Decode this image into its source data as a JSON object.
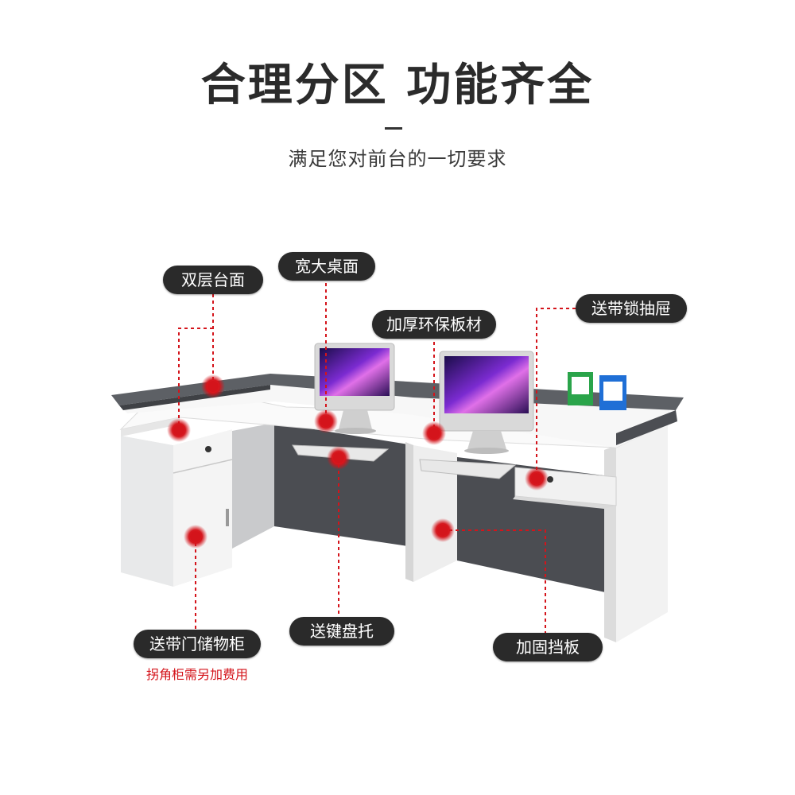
{
  "header": {
    "title": "合理分区 功能齐全",
    "subtitle": "满足您对前台的一切要求"
  },
  "callouts": {
    "double_top": "双层台面",
    "wide_desk": "宽大桌面",
    "eco_board": "加厚环保板材",
    "lock_drawer": "送带锁抽屉",
    "door_cabinet": "送带门储物柜",
    "keyboard_tray": "送键盘托",
    "reinforce_board": "加固挡板"
  },
  "note": "拐角柜需另加费用",
  "colors": {
    "accent_red": "#d4141b",
    "pill_bg": "#2a2a2a",
    "counter_gray": "#5d6065",
    "panel_dark": "#4b4d52"
  }
}
